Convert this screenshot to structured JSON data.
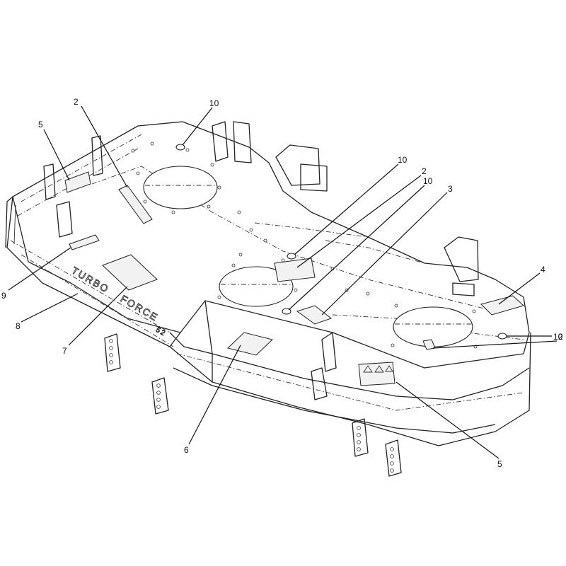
{
  "callouts": [
    {
      "id": "c-2-top",
      "label": "2"
    },
    {
      "id": "c-10-top",
      "label": "10"
    },
    {
      "id": "c-5-left",
      "label": "5"
    },
    {
      "id": "c-10-mid",
      "label": "10"
    },
    {
      "id": "c-2-mid",
      "label": "2"
    },
    {
      "id": "c-10-mid2",
      "label": "10"
    },
    {
      "id": "c-3",
      "label": "3"
    },
    {
      "id": "c-4",
      "label": "4"
    },
    {
      "id": "c-10-right",
      "label": "10"
    },
    {
      "id": "c-2-right",
      "label": "2"
    },
    {
      "id": "c-9",
      "label": "9"
    },
    {
      "id": "c-8",
      "label": "8"
    },
    {
      "id": "c-7",
      "label": "7"
    },
    {
      "id": "c-6",
      "label": "6"
    },
    {
      "id": "c-5-bottom",
      "label": "5"
    }
  ],
  "stamp": {
    "word1": "TURBO",
    "word2": "FORCE",
    "size": "52"
  },
  "colors": {
    "line": "#222222",
    "background": "#ffffff",
    "decal": "#f2f2f2"
  }
}
